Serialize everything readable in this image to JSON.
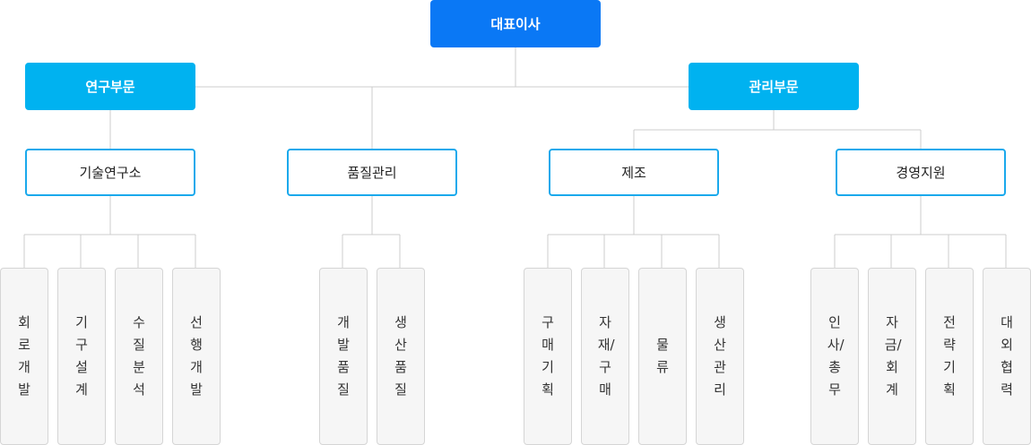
{
  "ceo": {
    "label": "대표이사"
  },
  "divisions": [
    {
      "label": "연구부문"
    },
    {
      "label": "관리부문"
    }
  ],
  "departments": [
    {
      "label": "기술연구소",
      "teams": [
        "회로개발",
        "기구설계",
        "수질분석",
        "선행개발"
      ]
    },
    {
      "label": "품질관리",
      "teams": [
        "개발품질",
        "생산품질"
      ]
    },
    {
      "label": "제조",
      "teams": [
        "구매기획",
        "자재/구매",
        "물류",
        "생산관리"
      ]
    },
    {
      "label": "경영지원",
      "teams": [
        "인사/총무",
        "자금/회계",
        "전략기획",
        "대외협력"
      ]
    }
  ],
  "colors": {
    "ceo": "#0a78f5",
    "division": "#00b2f0",
    "dept_border": "#1aa9ec",
    "line": "#cccccc"
  }
}
